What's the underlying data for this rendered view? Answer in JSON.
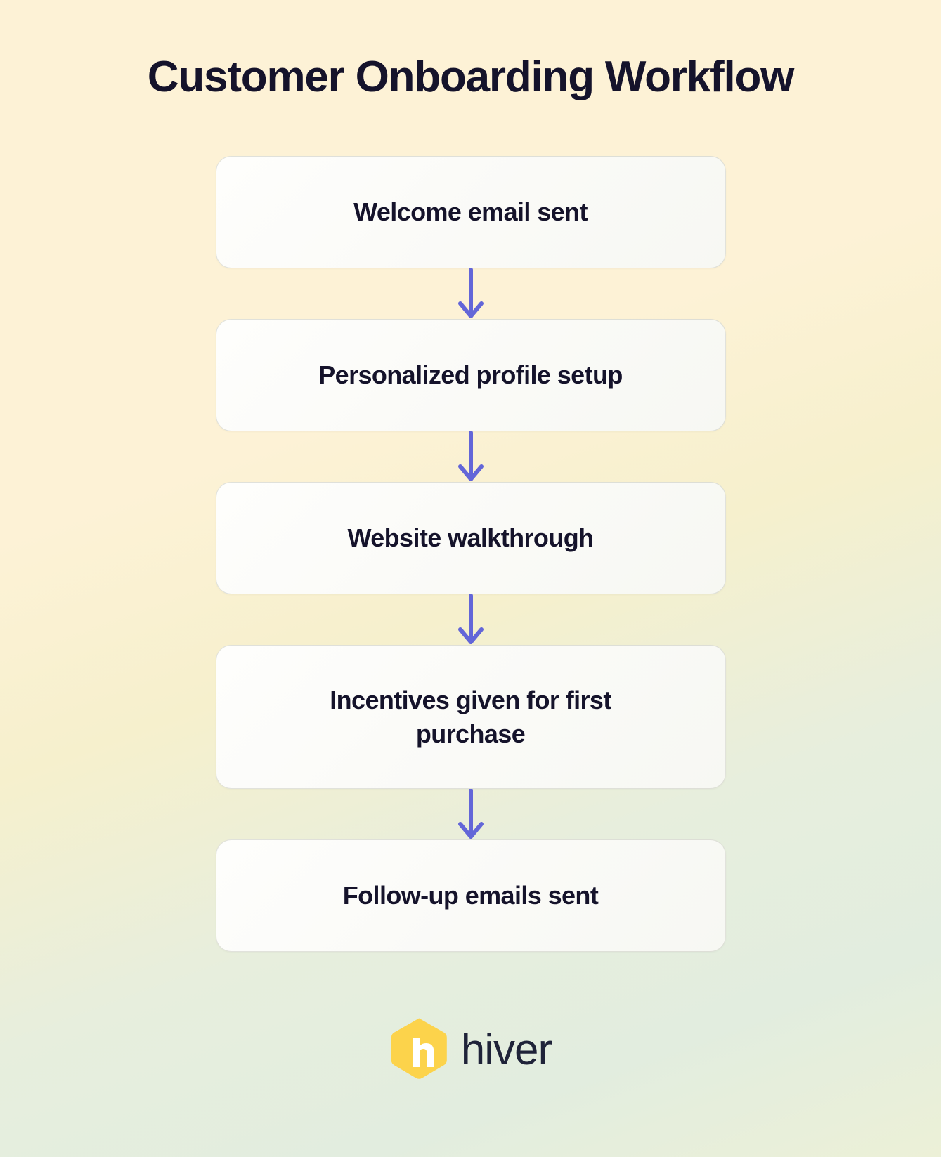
{
  "page": {
    "title": "Customer Onboarding Workflow",
    "background_top_color": "#FDF2D6",
    "background_bottom_color": "#E3EDDE"
  },
  "flow": {
    "type": "vertical-flowchart",
    "arrow_color": "#6366D8",
    "card_text_color": "#15132B",
    "card_background": "#FBFBF9",
    "steps": [
      {
        "label": "Welcome email sent"
      },
      {
        "label": "Personalized profile setup"
      },
      {
        "label": "Website walkthrough"
      },
      {
        "label": "Incentives given for first purchase"
      },
      {
        "label": "Follow-up emails sent"
      }
    ],
    "connector_label": "arrow-down"
  },
  "brand": {
    "name": "hiver",
    "mark_color": "#FCD34B",
    "mark_glyph": "h",
    "name_color": "#1F2339"
  }
}
